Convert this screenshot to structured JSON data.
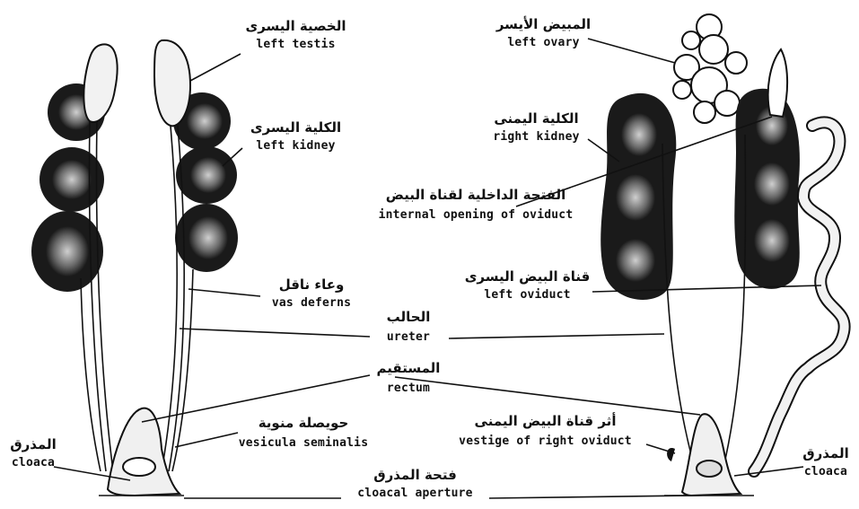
{
  "labels": {
    "left_testis": {
      "ar": "الخصية اليسرى",
      "en": "left   testis"
    },
    "left_kidney": {
      "ar": "الكلية اليسرى",
      "en": "left  kidney"
    },
    "vas_deferens": {
      "ar": "وعاء ناقل",
      "en": "vas  deferns"
    },
    "ureter": {
      "ar": "الحالب",
      "en": "ureter"
    },
    "rectum": {
      "ar": "المستقيم",
      "en": "rectum"
    },
    "vesicula": {
      "ar": "حويصلة منوية",
      "en": "vesicula  seminalis"
    },
    "cloaca_left": {
      "ar": "المذرق",
      "en": "cloaca"
    },
    "cloacal_aperture": {
      "ar": "فتحة المذرق",
      "en": "cloacal aperture"
    },
    "left_ovary": {
      "ar": "المبيض الأيسر",
      "en": "left ovary"
    },
    "right_kidney": {
      "ar": "الكلية اليمنى",
      "en": "right kidney"
    },
    "internal_opening": {
      "ar": "الفتحة الداخلية لقناة البيض",
      "en": "internal opening of oviduct"
    },
    "left_oviduct": {
      "ar": "قناة البيض اليسرى",
      "en": "left oviduct"
    },
    "vestige": {
      "ar": "أثر قناة البيض اليمنى",
      "en": "vestige  of  right oviduct"
    },
    "cloaca_right": {
      "ar": "المذرق",
      "en": "cloaca"
    }
  },
  "colors": {
    "ink": "#1a1a1a",
    "paper": "#ffffff"
  }
}
